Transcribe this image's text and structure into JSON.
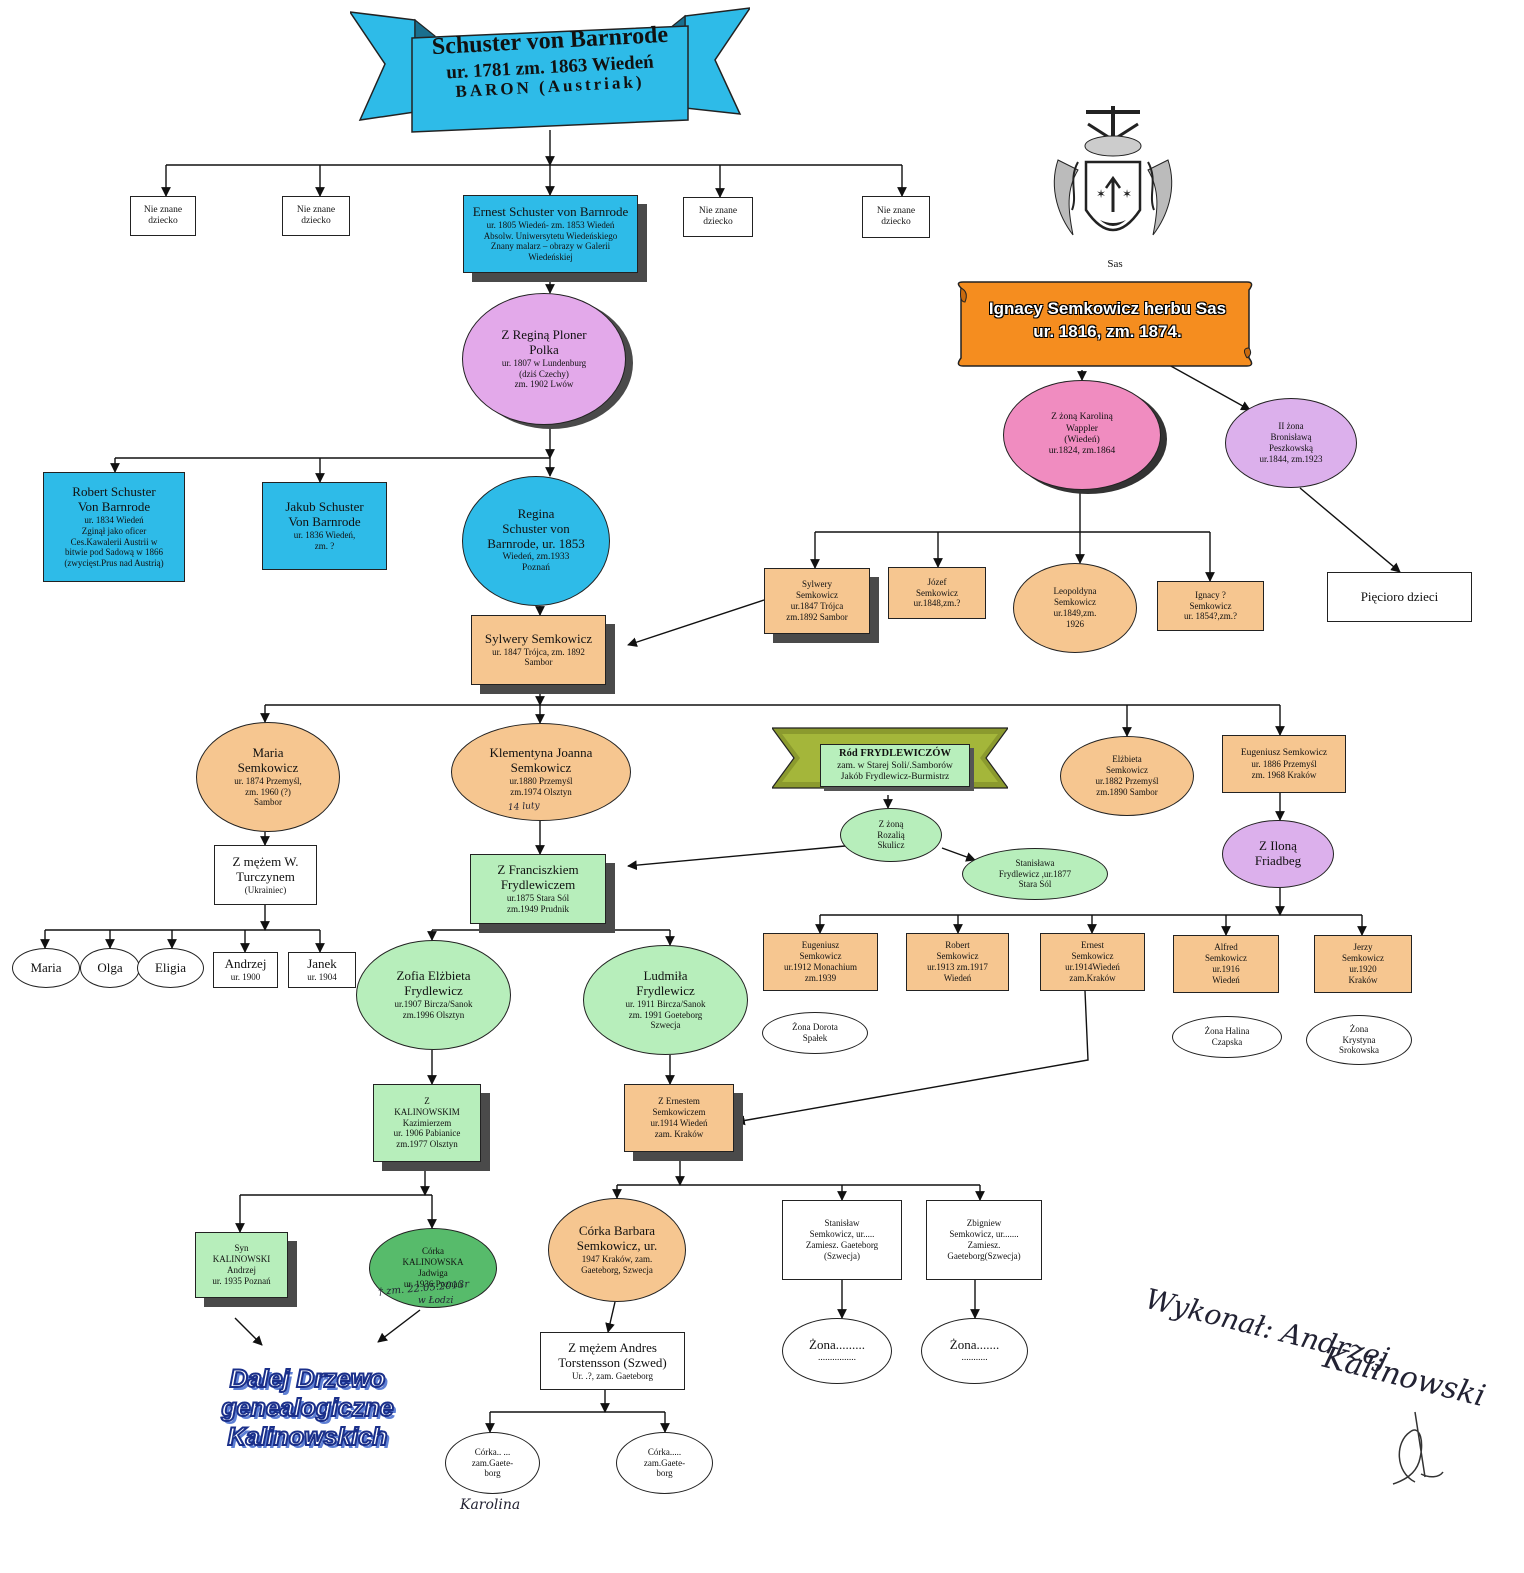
{
  "title": {
    "name": "Schuster von Barnrode",
    "dates": "ur. 1781  zm. 1863 Wiedeń",
    "note": "BARON  (Austriak)"
  },
  "crest_label": "Sas",
  "ignacy": {
    "line1": "Ignacy Semkowicz  herbu  Sas",
    "line2": "ur. 1816, zm. 1874."
  },
  "fryd": {
    "title": "Ród  FRYDLEWICZÓW",
    "line2": "zam. w Starej Soli/.Samborów",
    "line3": "Jakób Frydlewicz-Burmistrz"
  },
  "nodes": {
    "nz1": [
      "Nie znane",
      "dziecko"
    ],
    "nz2": [
      "Nie znane",
      "dziecko"
    ],
    "nz3": [
      "Nie znane",
      "dziecko"
    ],
    "nz4": [
      "Nie znane",
      "dziecko"
    ],
    "ernest_sr": [
      "Ernest Schuster von Barnrode",
      "ur. 1805 Wiedeń- zm. 1853 Wiedeń",
      "Absolw. Uniwersytetu Wiedeńskiego",
      "Znany malarz – obrazy w Galerii",
      "Wiedeńskiej"
    ],
    "regina_ploner": [
      "Z Reginą Ploner",
      "Polka",
      "ur. 1807 w Lundenburg",
      "(dziś Czechy)",
      "zm. 1902 Lwów"
    ],
    "robert_sch": [
      "Robert Schuster",
      "Von Barnrode",
      "ur. 1834 Wiedeń",
      "Zginął jako oficer",
      "Ces.Kawalerii Austrii w",
      "bitwie pod Sadową w 1866",
      "(zwycięst.Prus nad Austrią)"
    ],
    "jakub": [
      "Jakub Schuster",
      "Von Barnrode",
      "ur. 1836 Wiedeń,",
      "zm.   ?"
    ],
    "regina_sch": [
      "Regina",
      "Schuster von",
      "Barnrode, ur. 1853",
      "Wiedeń, zm.1933",
      "Poznań"
    ],
    "karolina": [
      "Z żoną Karoliną",
      "Wappler",
      "(Wiedeń)",
      "ur.1824,  zm.1864"
    ],
    "bronislawa": [
      "II żona",
      "Bronisławą",
      "Peszkowską",
      "ur.1844, zm.1923"
    ],
    "piecioro": [
      "Pięcioro dzieci"
    ],
    "sylwery_small": [
      "Sylwery",
      "Semkowicz",
      "ur.1847 Trójca",
      "zm.1892 Sambor"
    ],
    "jozef": [
      "Józef",
      "Semkowicz",
      "ur.1848,zm.?"
    ],
    "leopoldyna": [
      "Leopoldyna",
      "Semkowicz",
      "ur.1849,zm.",
      "1926"
    ],
    "ignacy_jr": [
      "Ignacy  ?",
      "Semkowicz",
      "ur. 1854?,zm.?"
    ],
    "sylwery": [
      "Sylwery Semkowicz",
      "ur. 1847 Trójca, zm. 1892",
      "Sambor"
    ],
    "maria": [
      "Maria",
      "Semkowicz",
      "ur. 1874 Przemyśl,",
      "zm. 1960 (?)",
      "Sambor"
    ],
    "klementyna": [
      "Klementyna Joanna",
      "Semkowicz",
      "ur.1880 Przemyśl",
      "zm.1974 Olsztyn"
    ],
    "elzbieta": [
      "Elżbieta",
      "Semkowicz",
      "ur.1882 Przemyśl",
      "zm.1890 Sambor"
    ],
    "eugeniusz_sr": [
      "Eugeniusz Semkowicz",
      "ur. 1886 Przemyśl",
      "zm. 1968 Kraków"
    ],
    "rozalia": [
      "Z  żoną",
      "Rozalią",
      "Skulicz"
    ],
    "stanislawa": [
      "Stanisława",
      "Frydlewicz ,ur.1877",
      "Stara Sól"
    ],
    "ilona": [
      "Z Iloną",
      "Friadbeg"
    ],
    "turczyn": [
      "Z mężem W.",
      "Turczynem",
      "(Ukrainiec)"
    ],
    "franciszek": [
      "Z Franciszkiem",
      "Frydlewiczem",
      "ur.1875 Stara Sól",
      "zm.1949 Prudnik"
    ],
    "maria_t": [
      "Maria"
    ],
    "olga": [
      "Olga"
    ],
    "eligia": [
      "Eligia"
    ],
    "andrzej_t": [
      "Andrzej",
      "ur. 1900"
    ],
    "janek": [
      "Janek",
      "ur. 1904"
    ],
    "zofia": [
      "Zofia Elżbieta",
      "Frydlewicz",
      "ur.1907 Bircza/Sanok",
      "zm.1996 Olsztyn"
    ],
    "ludmila": [
      "Ludmiła",
      "Frydlewicz",
      "ur. 1911 Bircza/Sanok",
      "zm. 1991 Goeteborg",
      "Szwecja"
    ],
    "eug_jr": [
      "Eugeniusz",
      "Semkowicz",
      "ur.1912 Monachium",
      "zm.1939"
    ],
    "robert_s": [
      "Robert",
      "Semkowicz",
      "ur.1913 zm.1917",
      "Wiedeń"
    ],
    "ernest_s": [
      "Ernest",
      "Semkowicz",
      "ur.1914Wiedeń",
      "zam.Kraków"
    ],
    "alfred": [
      "Alfred",
      "Semkowicz",
      "ur.1916",
      "Wiedeń"
    ],
    "jerzy": [
      "Jerzy",
      "Semkowicz",
      "ur.1920",
      "Kraków"
    ],
    "dorota": [
      "Żona Dorota",
      "Spałek"
    ],
    "halina": [
      "Żona Halina",
      "Czapska"
    ],
    "krystyna": [
      "Żona",
      "Krystyna",
      "Srokowska"
    ],
    "kalinowski": [
      "Z",
      "KALINOWSKIM",
      "Kazimierzem",
      "ur. 1906 Pabianice",
      "zm.1977 Olsztyn"
    ],
    "ernestem": [
      "Z Ernestem",
      "Semkowiczem",
      "ur.1914 Wiedeń",
      "zam. Kraków"
    ],
    "syn": [
      "Syn",
      "KALINOWSKI",
      "Andrzej",
      "ur. 1935 Poznań"
    ],
    "corka_j": [
      "Córka",
      "KALINOWSKA",
      "Jadwiga",
      "ur. 1936 Poznań"
    ],
    "barbara": [
      "Córka Barbara",
      "Semkowicz, ur.",
      "1947 Kraków, zam.",
      "Gaeteborg, Szwecja"
    ],
    "stanislaw": [
      "Stanisław",
      "Semkowicz, ur.....",
      "Zamiesz. Gaeteborg",
      "(Szwecja)"
    ],
    "zbigniew": [
      "Zbigniew",
      "Semkowicz, ur.......",
      "Zamiesz.",
      "Gaeteborg(Szwecja)"
    ],
    "zona1": [
      "Żona.........",
      "................"
    ],
    "zona2": [
      "Żona.......",
      "..........."
    ],
    "andres": [
      "Z mężem Andres",
      "Torstensson (Szwed)",
      "Ur. .?, zam. Gaeteborg"
    ],
    "corka1": [
      "Córka.. ...",
      "zam.Gaete-",
      "borg"
    ],
    "corka2": [
      "Córka.....",
      "zam.Gaete-",
      "borg"
    ]
  },
  "logo": {
    "line1": "Dalej Drzewo genealogiczne",
    "line2": "Kalinowskich"
  },
  "handwriting": {
    "author1": "Wykonał: Andrzej",
    "author2": "Kalinowski",
    "luty": "14 luty",
    "death": "† zm. 22.05.2013r",
    "lodz": "w Łodzi",
    "karolina": "Karolina"
  }
}
